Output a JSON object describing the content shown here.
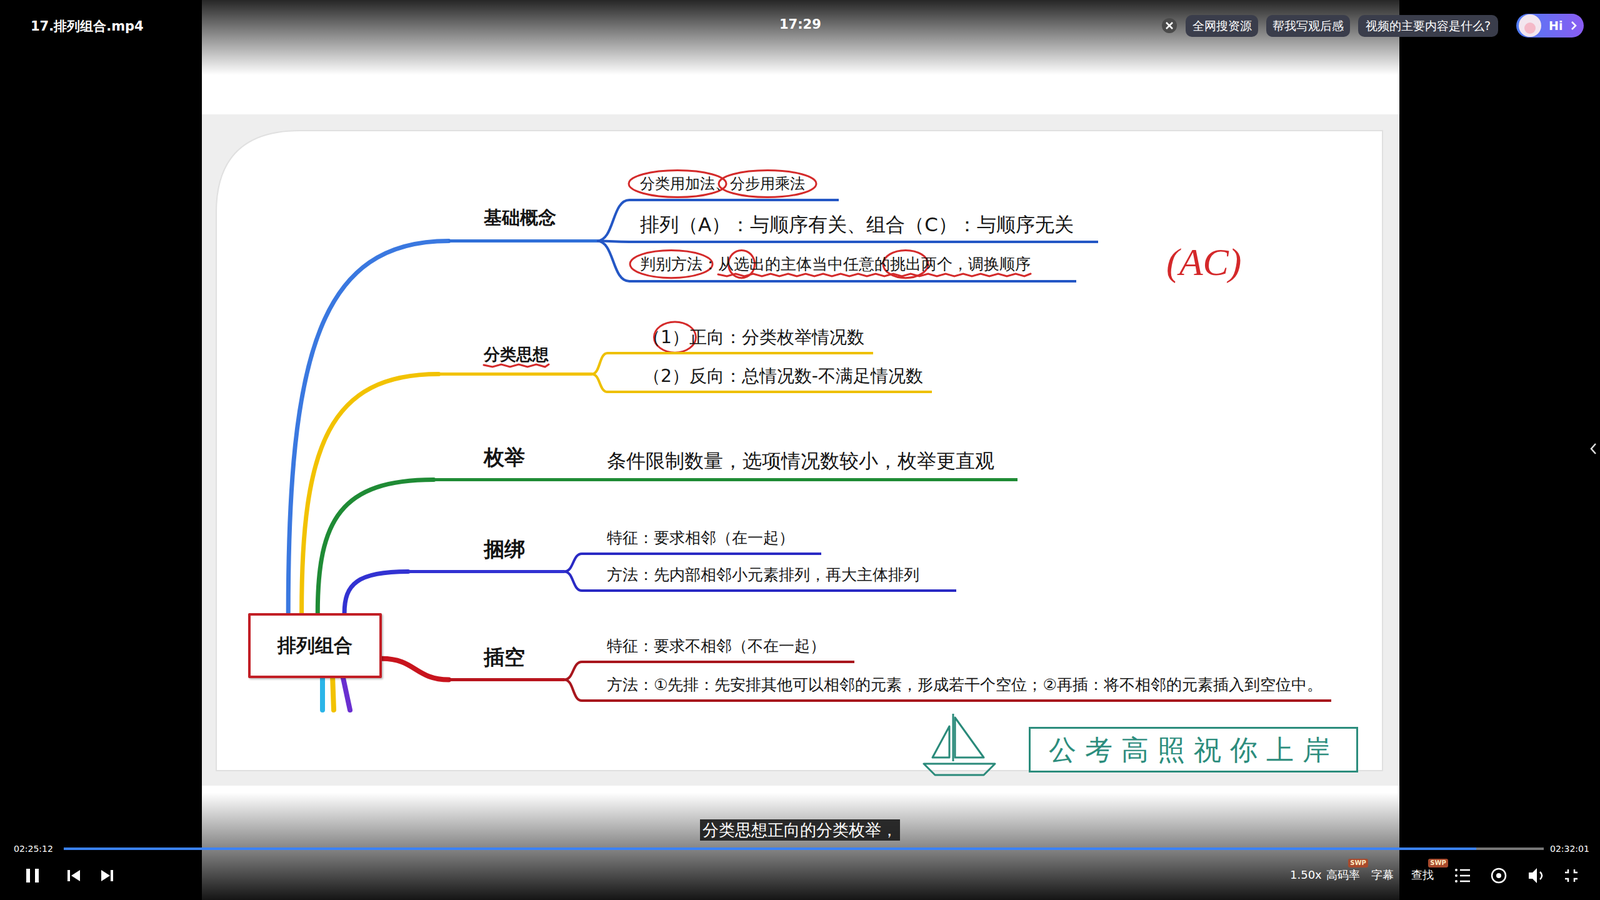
{
  "diagram": {
    "nodes": [
      {
        "text": [
          "全网搜资源"
        ]
      },
      {
        "text": [
          "帮我写观后感"
        ]
      },
      {
        "text": [
          "视频的主要内容是什么?"
        ]
      },
      {
        "text": [
          "Hi"
        ]
      },
      {
        "text": [
          "排列组合"
        ]
      },
      {
        "text": [
          "基础概念"
        ]
      },
      {
        "text": [
          "分类用加法、分步用乘法"
        ]
      },
      {
        "text": [
          "排列（A）：与顺序有关、组合（C）：与顺序无关"
        ]
      },
      {
        "text": [
          "判别方法：从选出的主体当中任意的挑出两个，调换顺序"
        ]
      },
      {
        "text": [
          "分类思想"
        ]
      },
      {
        "text": [
          "（1）正向：分类枚举情况数"
        ]
      },
      {
        "text": [
          "（2）反向：总情况数-不满足情况数"
        ]
      },
      {
        "text": [
          "枚举"
        ]
      },
      {
        "text": [
          "条件限制数量，选项情况数较小，枚举更直观"
        ]
      },
      {
        "text": [
          "捆绑"
        ]
      },
      {
        "text": [
          "特征：要求相邻（在一起）"
        ]
      },
      {
        "text": [
          "方法：先内部相邻小元素排列，再大主体排列"
        ]
      },
      {
        "text": [
          "插空"
        ]
      },
      {
        "text": [
          "特征：要求不相邻（不在一起）"
        ]
      },
      {
        "text": [
          "方法：①先排：先安排其他可以相邻的元素，形成若干个空位；②再插：将不相邻的元素插入到空位中。"
        ]
      },
      {
        "text": [
          "公考高照祝你上岸"
        ]
      },
      {
        "text": [
          "分类思想正向的分类枚举，"
        ]
      },
      {
        "text": [
          "SWP"
        ]
      },
      {
        "text": [
          "SWP"
        ]
      }
    ],
    "edges": [
      {
        "from": 4,
        "to": 5,
        "arrow": "none"
      },
      {
        "from": 4,
        "to": 9,
        "arrow": "none"
      },
      {
        "from": 4,
        "to": 12,
        "arrow": "none"
      },
      {
        "from": 4,
        "to": 14,
        "arrow": "none"
      },
      {
        "from": 4,
        "to": 17,
        "arrow": "none"
      },
      {
        "from": 5,
        "to": 6,
        "arrow": "none"
      },
      {
        "from": 5,
        "to": 7,
        "arrow": "none"
      },
      {
        "from": 5,
        "to": 8,
        "arrow": "none"
      },
      {
        "from": 9,
        "to": 10,
        "arrow": "none"
      },
      {
        "from": 9,
        "to": 11,
        "arrow": "none"
      },
      {
        "from": 12,
        "to": 13,
        "arrow": "none"
      },
      {
        "from": 14,
        "to": 15,
        "arrow": "none"
      },
      {
        "from": 14,
        "to": 16,
        "arrow": "none"
      },
      {
        "from": 17,
        "to": 18,
        "arrow": "none"
      },
      {
        "from": 17,
        "to": 19,
        "arrow": "none"
      }
    ],
    "labels": [
      "17.排列组合.mp4",
      "17:29",
      "(AC)",
      "02:25:12",
      "02:32:01",
      "1.50x",
      "高码率",
      "字幕",
      "查找"
    ]
  }
}
